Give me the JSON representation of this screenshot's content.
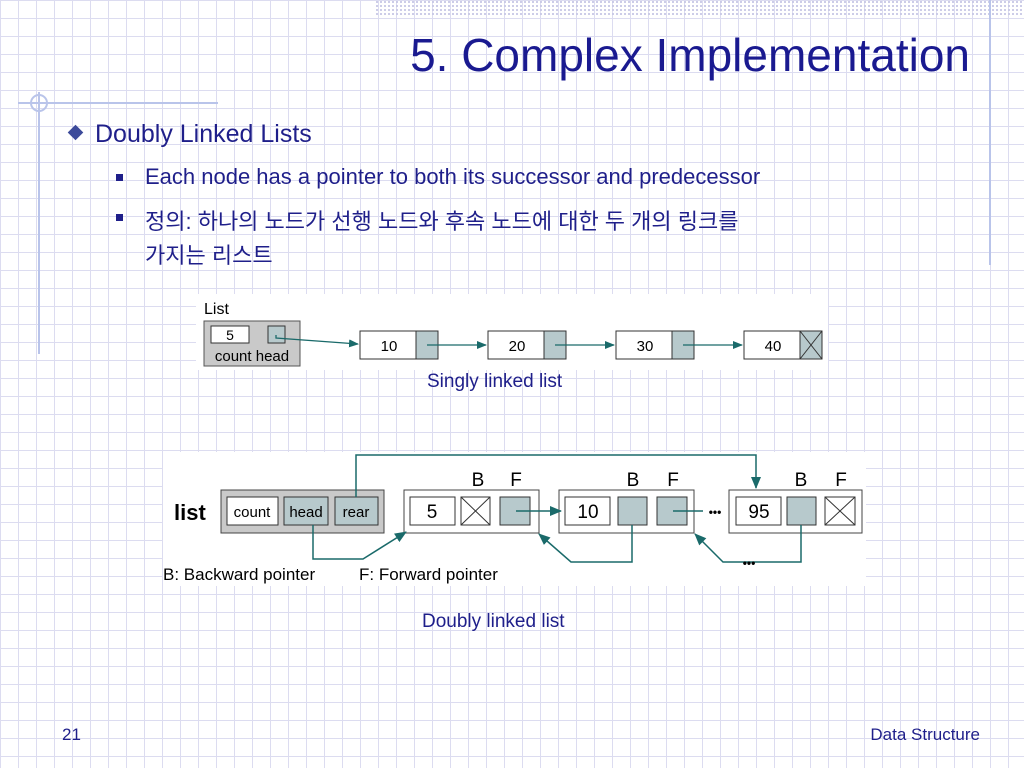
{
  "slide": {
    "title": "5. Complex Implementation",
    "bullet": "Doubly Linked Lists",
    "sub_bullets": [
      "Each node has a pointer to both its successor and predecessor",
      "정의: 하나의 노드가 선행 노드와 후속 노드에 대한 두 개의 링크를",
      "가지는 리스트"
    ],
    "page_number": "21",
    "footer": "Data Structure"
  },
  "singly": {
    "list_label": "List",
    "count_value": "5",
    "count_head_label": "count head",
    "nodes": [
      "10",
      "20",
      "30",
      "40"
    ],
    "caption": "Singly linked list"
  },
  "doubly": {
    "list_label": "list",
    "header_fields": [
      "count",
      "head",
      "rear"
    ],
    "nodes": [
      "5",
      "10",
      "95"
    ],
    "b_label": "B",
    "f_label": "F",
    "ellipsis": "•••",
    "legend_b": "B: Backward pointer",
    "legend_f": "F: Forward pointer",
    "caption": "Doubly linked list"
  },
  "colors": {
    "title": "#1a1a90",
    "text": "#1f1f8a",
    "node_fill": "#b7c9cc",
    "arrow": "#1a6a6a"
  }
}
